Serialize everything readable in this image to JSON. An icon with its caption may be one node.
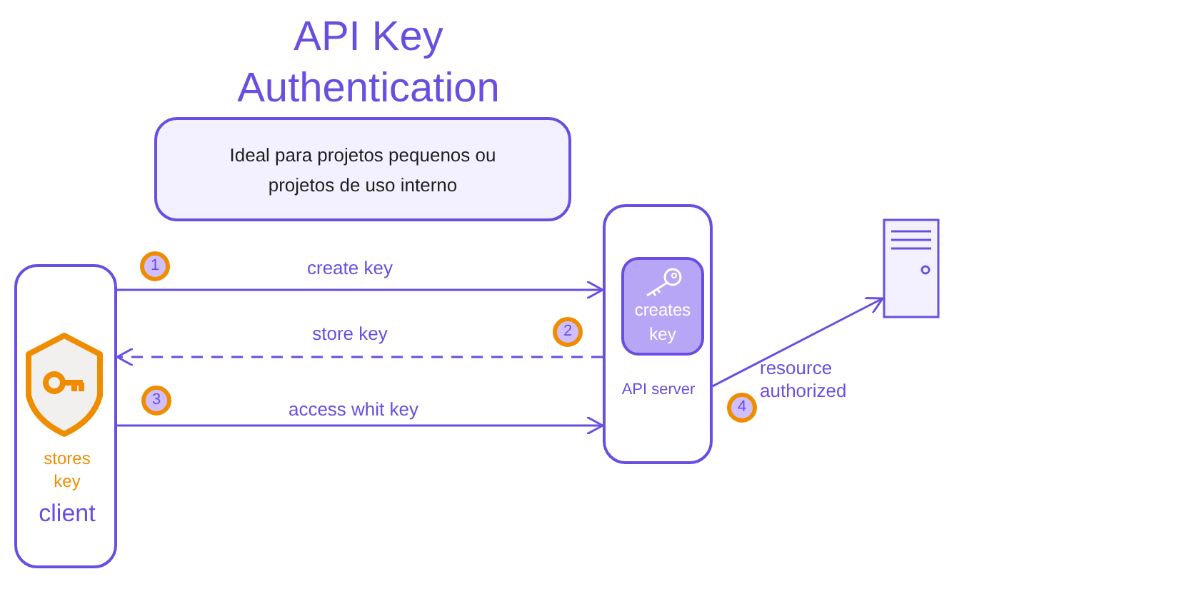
{
  "diagram": {
    "title": "API Key Authentication",
    "nodes": [
      {
        "text": [
          "Ideal para projetos pequenos ou projetos de uso interno"
        ]
      },
      {
        "text": [
          "stores key",
          "client"
        ]
      },
      {
        "text": [
          "API server"
        ]
      },
      {
        "text": [
          "creates key"
        ],
        "in": 2
      },
      {
        "text": [],
        "shape": "picture"
      },
      {
        "text": [
          "1"
        ]
      },
      {
        "text": [
          "2"
        ]
      },
      {
        "text": [
          "3"
        ]
      },
      {
        "text": [
          "4"
        ]
      }
    ],
    "edges": [
      {
        "from": 1,
        "to": 2,
        "arrow": "to",
        "label": "create key"
      },
      {
        "from": 2,
        "to": 1,
        "arrow": "to",
        "label": "store key",
        "style": "dashed"
      },
      {
        "from": 1,
        "to": 2,
        "arrow": "to",
        "label": "access whit key"
      },
      {
        "from": 2,
        "to": 4,
        "arrow": "to",
        "label": "resource authorized"
      }
    ]
  }
}
